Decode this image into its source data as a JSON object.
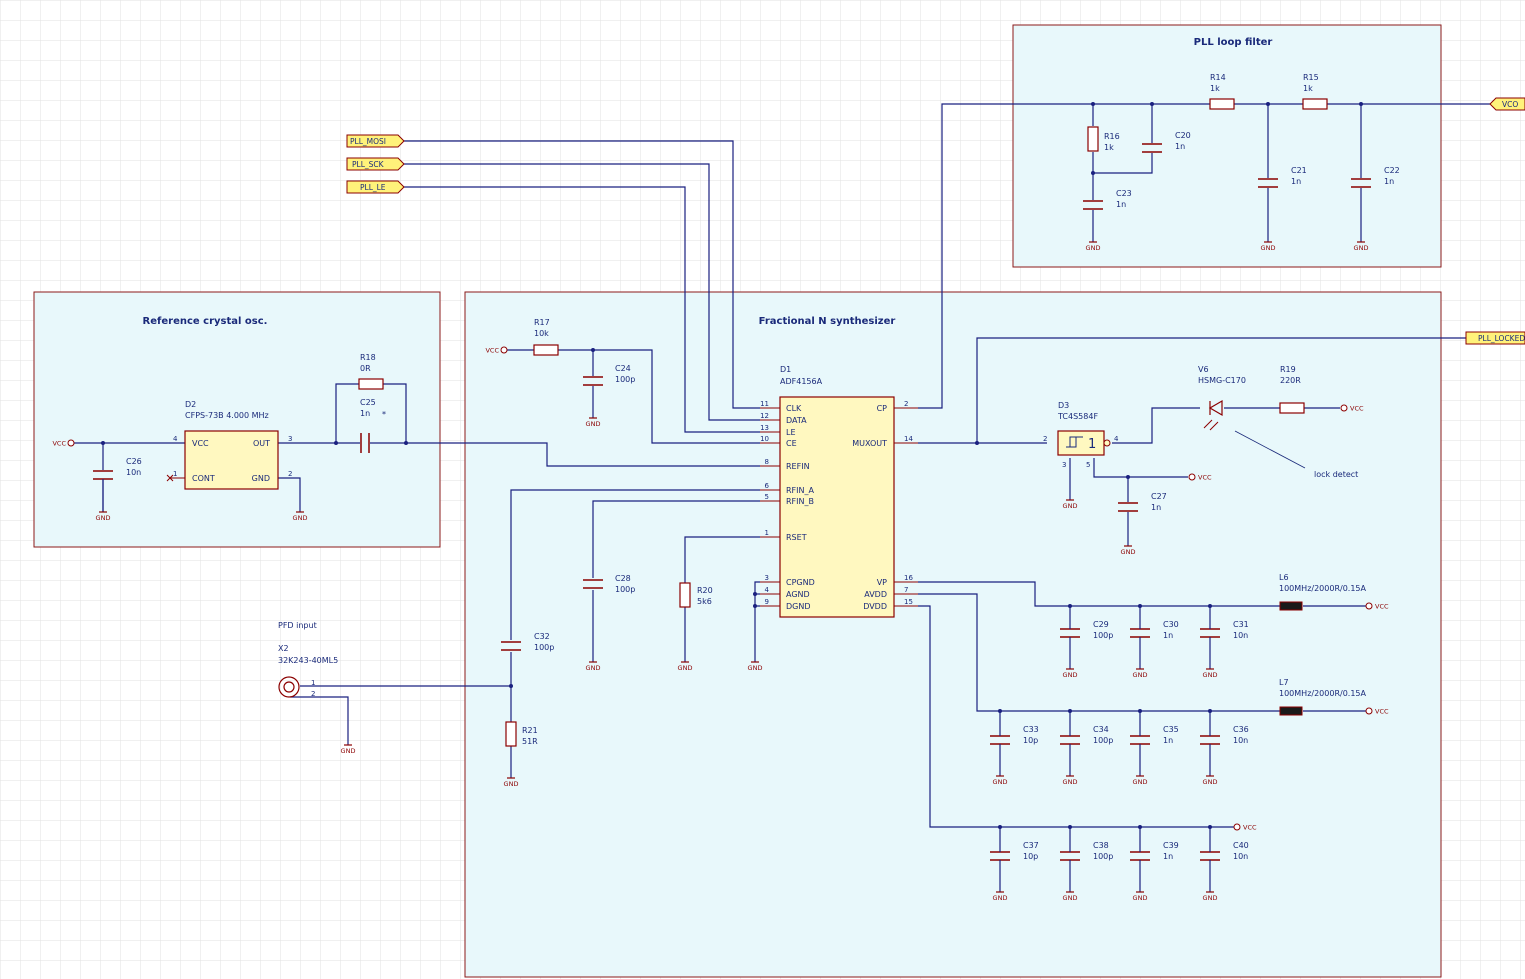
{
  "panels": {
    "loop_filter": "PLL loop filter",
    "ref_osc": "Reference crystal osc.",
    "synth": "Fractional N synthesizer"
  },
  "net_labels": {
    "mosi": "PLL_MOSI",
    "sck": "PLL_SCK",
    "le": "PLL_LE",
    "vco": "VCO",
    "locked": "PLL_LOCKED"
  },
  "power": {
    "vcc": "VCC",
    "gnd": "GND"
  },
  "d1": {
    "ref": "D1",
    "value": "ADF4156A",
    "left_pins": [
      {
        "num": "11",
        "name": "CLK"
      },
      {
        "num": "12",
        "name": "DATA"
      },
      {
        "num": "13",
        "name": "LE"
      },
      {
        "num": "10",
        "name": "CE"
      },
      {
        "num": "8",
        "name": "REFIN"
      },
      {
        "num": "6",
        "name": "RFIN_A"
      },
      {
        "num": "5",
        "name": "RFIN_B"
      },
      {
        "num": "1",
        "name": "RSET"
      },
      {
        "num": "3",
        "name": "CPGND"
      },
      {
        "num": "4",
        "name": "AGND"
      },
      {
        "num": "9",
        "name": "DGND"
      }
    ],
    "right_pins": [
      {
        "num": "2",
        "name": "CP"
      },
      {
        "num": "14",
        "name": "MUXOUT"
      },
      {
        "num": "16",
        "name": "VP"
      },
      {
        "num": "7",
        "name": "AVDD"
      },
      {
        "num": "15",
        "name": "DVDD"
      }
    ]
  },
  "d2": {
    "ref": "D2",
    "value": "CFPS-73B 4.000 MHz",
    "pins": [
      {
        "num": "4",
        "name": "VCC"
      },
      {
        "num": "3",
        "name": "OUT"
      },
      {
        "num": "1",
        "name": "CONT"
      },
      {
        "num": "2",
        "name": "GND"
      }
    ]
  },
  "d3": {
    "ref": "D3",
    "value": "TC4S584F",
    "symbol": "1",
    "pins": [
      "2",
      "4",
      "3",
      "5"
    ]
  },
  "v6": {
    "ref": "V6",
    "value": "HSMG-C170",
    "note": "lock detect"
  },
  "x2": {
    "title": "PFD input",
    "ref": "X2",
    "value": "32K243-40ML5",
    "pins": [
      "1",
      "2"
    ]
  },
  "resistors": [
    {
      "id": "r14",
      "ref": "R14",
      "value": "1k"
    },
    {
      "id": "r15",
      "ref": "R15",
      "value": "1k"
    },
    {
      "id": "r16",
      "ref": "R16",
      "value": "1k"
    },
    {
      "id": "r17",
      "ref": "R17",
      "value": "10k"
    },
    {
      "id": "r18",
      "ref": "R18",
      "value": "0R"
    },
    {
      "id": "r19",
      "ref": "R19",
      "value": "220R"
    },
    {
      "id": "r20",
      "ref": "R20",
      "value": "5k6"
    },
    {
      "id": "r21",
      "ref": "R21",
      "value": "51R"
    }
  ],
  "capacitors": [
    {
      "id": "c20",
      "ref": "C20",
      "value": "1n"
    },
    {
      "id": "c21",
      "ref": "C21",
      "value": "1n"
    },
    {
      "id": "c22",
      "ref": "C22",
      "value": "1n"
    },
    {
      "id": "c23",
      "ref": "C23",
      "value": "1n"
    },
    {
      "id": "c24",
      "ref": "C24",
      "value": "100p"
    },
    {
      "id": "c25",
      "ref": "C25",
      "value": "1n"
    },
    {
      "id": "c26",
      "ref": "C26",
      "value": "10n"
    },
    {
      "id": "c27",
      "ref": "C27",
      "value": "1n"
    },
    {
      "id": "c28",
      "ref": "C28",
      "value": "100p"
    },
    {
      "id": "c29",
      "ref": "C29",
      "value": "100p"
    },
    {
      "id": "c30",
      "ref": "C30",
      "value": "1n"
    },
    {
      "id": "c31",
      "ref": "C31",
      "value": "10n"
    },
    {
      "id": "c32",
      "ref": "C32",
      "value": "100p"
    },
    {
      "id": "c33",
      "ref": "C33",
      "value": "10p"
    },
    {
      "id": "c34",
      "ref": "C34",
      "value": "100p"
    },
    {
      "id": "c35",
      "ref": "C35",
      "value": "1n"
    },
    {
      "id": "c36",
      "ref": "C36",
      "value": "10n"
    },
    {
      "id": "c37",
      "ref": "C37",
      "value": "10p"
    },
    {
      "id": "c38",
      "ref": "C38",
      "value": "100p"
    },
    {
      "id": "c39",
      "ref": "C39",
      "value": "1n"
    },
    {
      "id": "c40",
      "ref": "C40",
      "value": "10n"
    }
  ],
  "inductors": [
    {
      "id": "l6",
      "ref": "L6",
      "value": "100MHz/2000R/0.15A"
    },
    {
      "id": "l7",
      "ref": "L7",
      "value": "100MHz/2000R/0.15A"
    }
  ],
  "colors": {
    "panel_fill": "#e8f8fb",
    "panel_border": "#8b1a1a",
    "wire": "#1a2080",
    "part": "#8b0000",
    "ic_fill": "#fff8c0",
    "netlabel_fill": "#fff27a"
  }
}
